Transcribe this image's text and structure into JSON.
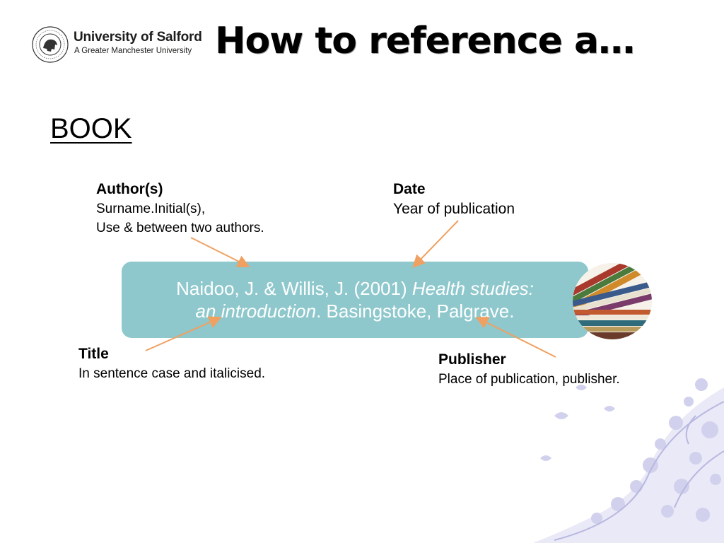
{
  "logo": {
    "name": "University of Salford",
    "tagline": "A Greater Manchester University",
    "seal_text": "THE UNIVERSITY OF SALFORD"
  },
  "title": "How to reference a…",
  "subtitle": "BOOK",
  "labels": {
    "author": {
      "head": "Author(s)",
      "line1": "Surname.Initial(s),",
      "line2": "Use & between two authors."
    },
    "date": {
      "head": "Date",
      "line1": "Year of publication"
    },
    "title": {
      "head": "Title",
      "line1": "In sentence case and italicised."
    },
    "publisher": {
      "head": "Publisher",
      "line1": "Place of publication, publisher."
    }
  },
  "citation": {
    "part1": "Naidoo, J. & Willis, J. (2001) ",
    "italic1": "Health studies:",
    "italic2": "an introduction",
    "part2": ". Basingstoke, Palgrave."
  },
  "colors": {
    "box": "#8ec8cc",
    "arrow": "#f0a060",
    "floral": "#c9c9ea"
  },
  "icons": {
    "books": "stack-of-books-icon",
    "floral": "floral-decoration"
  }
}
